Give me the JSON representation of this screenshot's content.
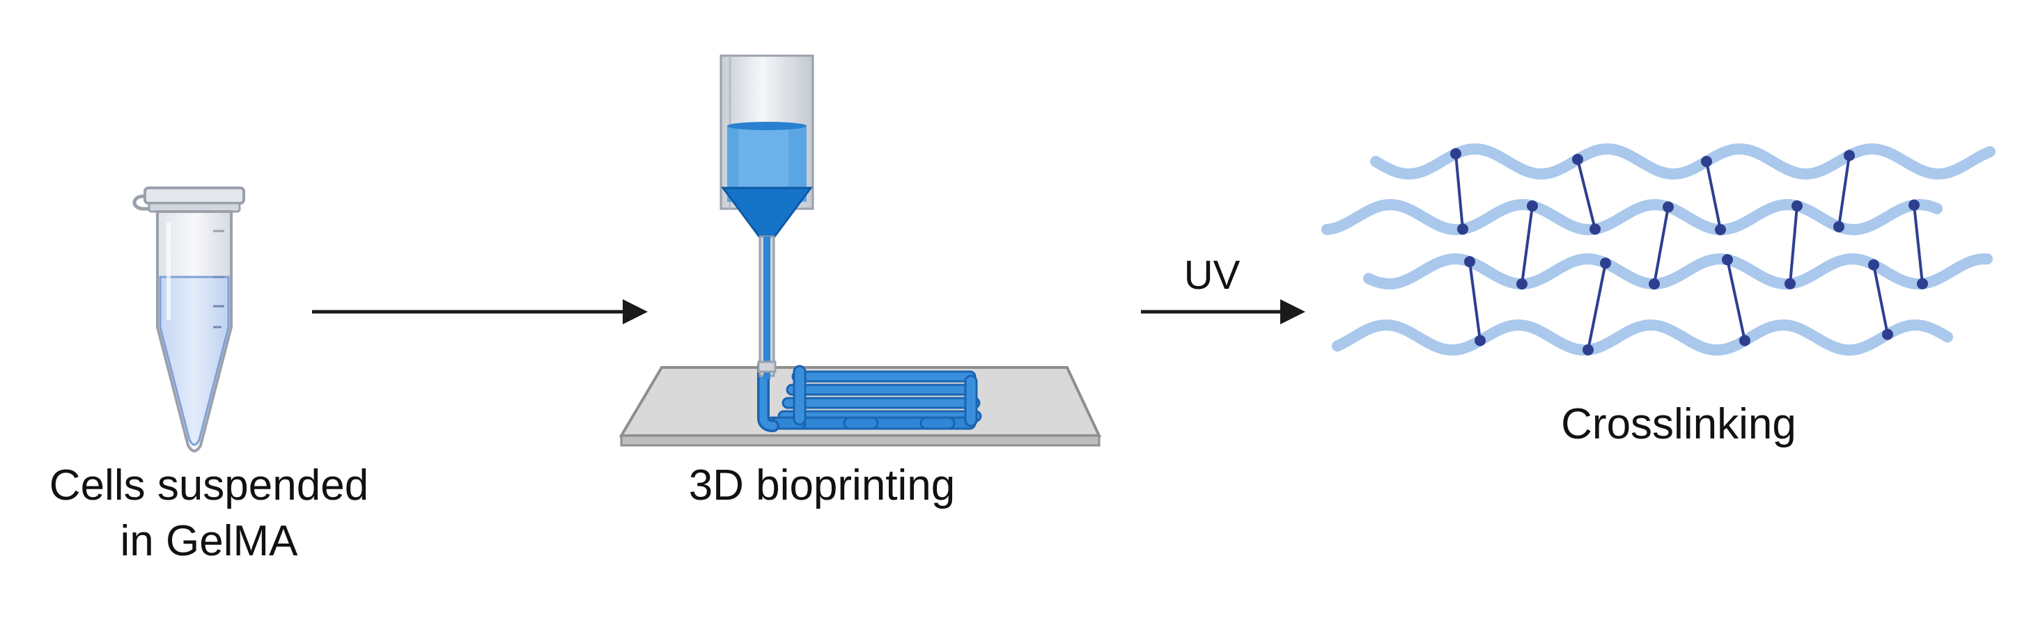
{
  "steps": {
    "tube": {
      "label_line1": "Cells suspended",
      "label_line2": "in GelMA"
    },
    "printer": {
      "label": "3D bioprinting"
    },
    "network": {
      "label": "Crosslinking"
    }
  },
  "arrows": {
    "second_label": "UV"
  },
  "icons": [
    "microcentrifuge-tube-icon",
    "bioprinter-nozzle-icon",
    "polymer-network-icon",
    "arrow-right-icon"
  ],
  "colors": {
    "ink": "#111111",
    "gel_light": "#d6e4f8",
    "printer_blue": "#2e86d6",
    "printer_dark": "#1668b8",
    "fiber": "#a9c8ec",
    "crosslink": "#2e3f8f",
    "plate": "#d9d9d9"
  }
}
